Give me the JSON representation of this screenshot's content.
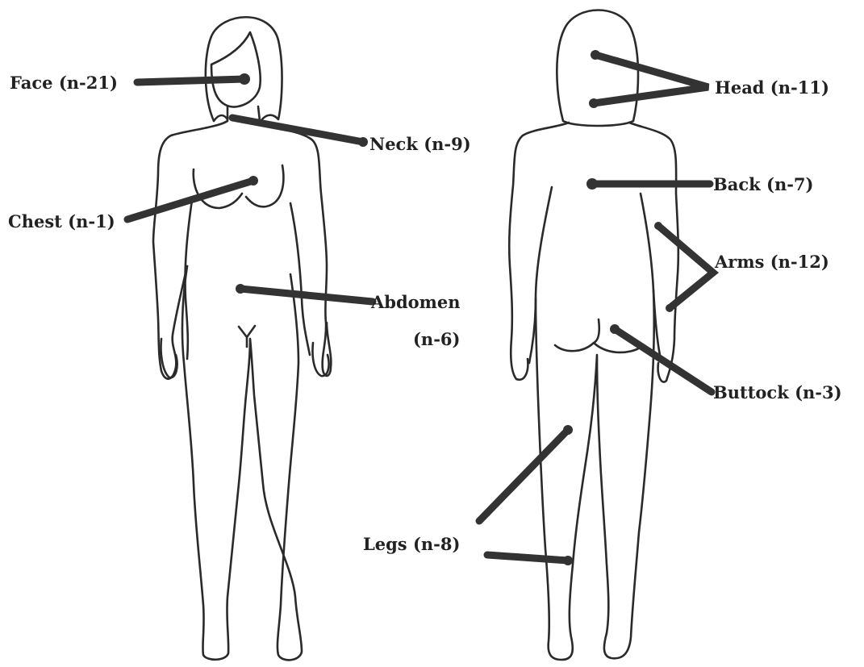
{
  "diagram": {
    "labels": {
      "face": "Face (n-21)",
      "neck": "Neck (n-9)",
      "chest": "Chest (n-1)",
      "abdomen_line1": "Abdomen",
      "abdomen_line2": "(n-6)",
      "head": "Head (n-11)",
      "back": "Back (n-7)",
      "arms": "Arms (n-12)",
      "buttock": "Buttock (n-3)",
      "legs": "Legs (n-8)"
    }
  }
}
